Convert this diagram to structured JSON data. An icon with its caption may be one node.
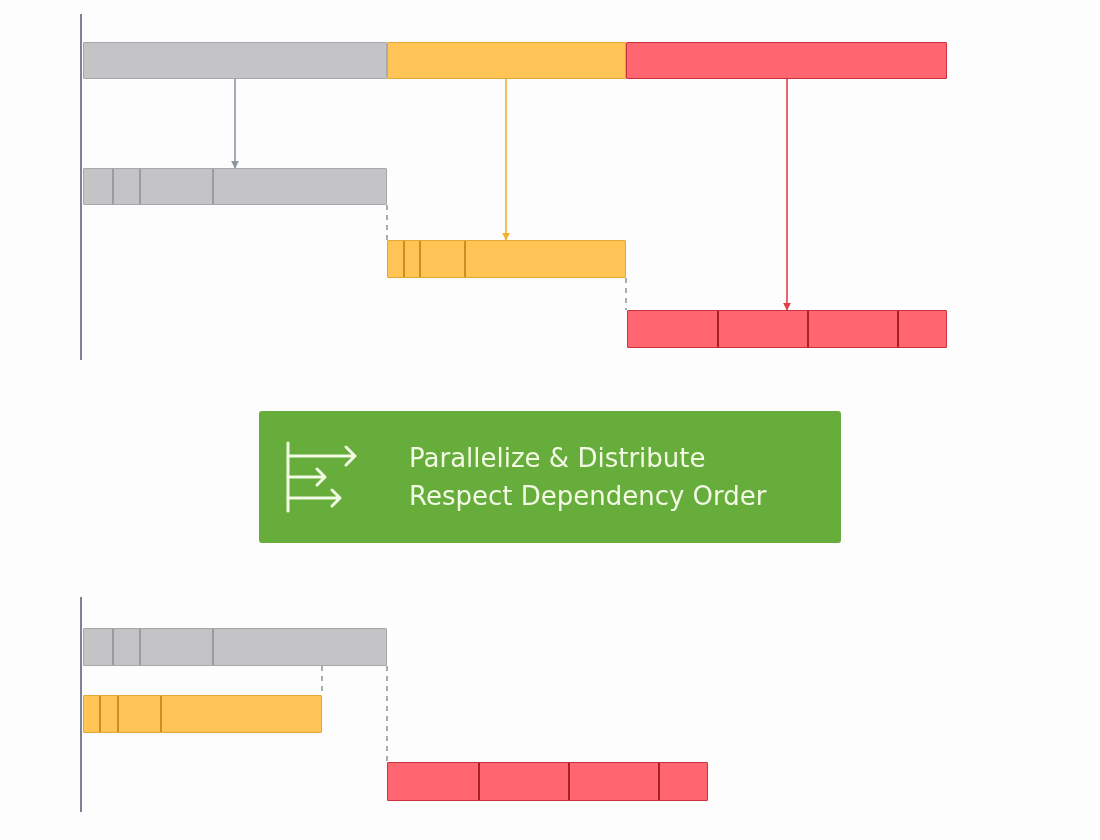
{
  "diagram": {
    "nodes": [
      {
        "text": [],
        "shape": "bar"
      },
      {
        "text": [],
        "shape": "bar"
      },
      {
        "text": [],
        "shape": "bar"
      },
      {
        "text": [],
        "shape": "bar"
      },
      {
        "text": [],
        "shape": "bar"
      },
      {
        "text": [],
        "shape": "bar"
      },
      {
        "text": [
          "Parallelize & Distribute",
          "Respect Dependency Order"
        ]
      },
      {
        "text": [],
        "shape": "bar"
      },
      {
        "text": [],
        "shape": "bar"
      },
      {
        "text": [],
        "shape": "bar"
      }
    ],
    "edges": [
      {
        "from": 0,
        "to": 3,
        "arrow": "to",
        "color": "#8f95a3"
      },
      {
        "from": 1,
        "to": 4,
        "arrow": "to",
        "color": "#f5b02e"
      },
      {
        "from": 2,
        "to": 5,
        "arrow": "to",
        "color": "#e0404c"
      },
      {
        "from": 3,
        "to": 4,
        "arrow": "none",
        "style": "dashed"
      },
      {
        "from": 4,
        "to": 5,
        "arrow": "none",
        "style": "dashed"
      },
      {
        "from": 7,
        "to": 8,
        "arrow": "none",
        "style": "dashed"
      },
      {
        "from": 7,
        "to": 9,
        "arrow": "none",
        "style": "dashed"
      }
    ]
  }
}
